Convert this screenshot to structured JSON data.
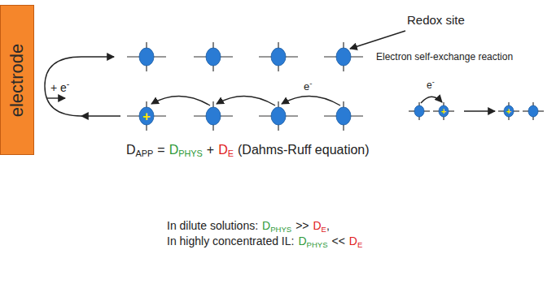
{
  "diagram": {
    "nodes": [
      {
        "text": [
          "electrode"
        ]
      }
    ],
    "labels": [
      "Redox site",
      "+ e",
      "-",
      "e",
      "-",
      "+",
      "Electron self-exchange reaction",
      "e",
      "-",
      "+",
      "+",
      "D",
      "APP",
      "=",
      "D",
      "PHYS",
      "+",
      "D",
      "E",
      "(Dahms-Ruff equation)",
      "In dilute solutions:",
      "D",
      "PHYS",
      ">>",
      "D",
      "E",
      ",",
      "In highly concentrated IL:",
      "D",
      "PHYS",
      "<<",
      "D",
      "E"
    ]
  }
}
